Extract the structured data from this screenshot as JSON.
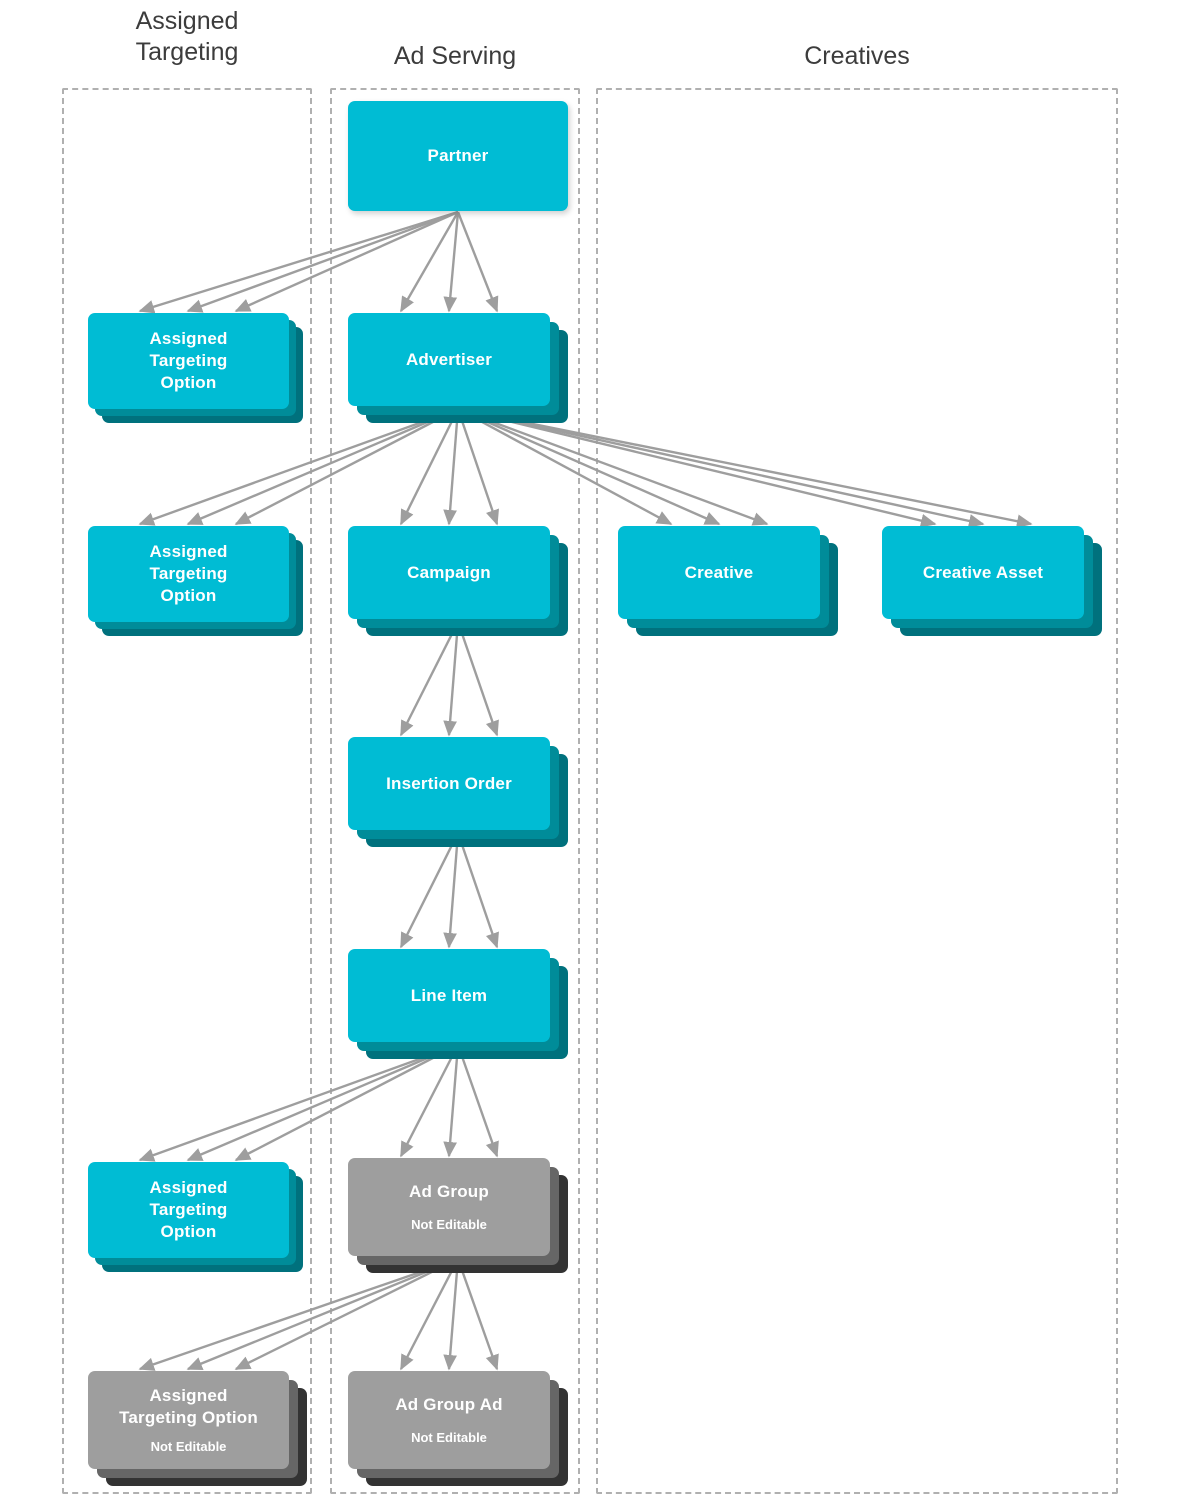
{
  "diagram": {
    "title_columns": [
      {
        "id": "assigned-targeting",
        "label": "Assigned\nTargeting",
        "label_line1": "Assigned",
        "label_line2": "Targeting"
      },
      {
        "id": "ad-serving",
        "label": "Ad Serving"
      },
      {
        "id": "creatives",
        "label": "Creatives"
      }
    ],
    "not_editable_text": "Not Editable",
    "colors": {
      "card_front_cyan": "#00bcd4",
      "card_mid_teal": "#008c99",
      "card_back_teal": "#00717d",
      "card_front_gray": "#9e9e9e",
      "card_mid_gray": "#666666",
      "card_back_gray": "#333333",
      "arrow_gray": "#9e9e9e",
      "dashed_border": "#b0b0b0",
      "title_text": "#3c3c3c",
      "label_text": "#ffffff",
      "background": "#ffffff"
    },
    "nodes": [
      {
        "id": "partner",
        "label": "Partner",
        "column": "ad-serving",
        "editable": true,
        "stacked": false
      },
      {
        "id": "ato-partner",
        "label": "Assigned Targeting Option",
        "column": "assigned-targeting",
        "editable": true,
        "stacked": true,
        "lines": [
          "Assigned",
          "Targeting",
          "Option"
        ]
      },
      {
        "id": "advertiser",
        "label": "Advertiser",
        "column": "ad-serving",
        "editable": true,
        "stacked": true
      },
      {
        "id": "ato-advertiser",
        "label": "Assigned Targeting Option",
        "column": "assigned-targeting",
        "editable": true,
        "stacked": true,
        "lines": [
          "Assigned",
          "Targeting",
          "Option"
        ]
      },
      {
        "id": "campaign",
        "label": "Campaign",
        "column": "ad-serving",
        "editable": true,
        "stacked": true
      },
      {
        "id": "creative",
        "label": "Creative",
        "column": "creatives",
        "editable": true,
        "stacked": true
      },
      {
        "id": "creative-asset",
        "label": "Creative Asset",
        "column": "creatives",
        "editable": true,
        "stacked": true
      },
      {
        "id": "insertion-order",
        "label": "Insertion Order",
        "column": "ad-serving",
        "editable": true,
        "stacked": true
      },
      {
        "id": "line-item",
        "label": "Line Item",
        "column": "ad-serving",
        "editable": true,
        "stacked": true
      },
      {
        "id": "ato-line-item",
        "label": "Assigned Targeting Option",
        "column": "assigned-targeting",
        "editable": true,
        "stacked": true,
        "lines": [
          "Assigned",
          "Targeting",
          "Option"
        ]
      },
      {
        "id": "ad-group",
        "label": "Ad Group",
        "column": "ad-serving",
        "editable": false,
        "stacked": true,
        "sublabel": "Not Editable"
      },
      {
        "id": "ato-ad-group",
        "label": "Assigned Targeting Option",
        "column": "assigned-targeting",
        "editable": false,
        "stacked": true,
        "lines": [
          "Assigned",
          "Targeting Option"
        ],
        "sublabel": "Not Editable"
      },
      {
        "id": "ad-group-ad",
        "label": "Ad Group Ad",
        "column": "ad-serving",
        "editable": false,
        "stacked": true,
        "sublabel": "Not Editable"
      }
    ],
    "edges": [
      {
        "from": "partner",
        "to": "ato-partner"
      },
      {
        "from": "partner",
        "to": "advertiser"
      },
      {
        "from": "advertiser",
        "to": "ato-advertiser"
      },
      {
        "from": "advertiser",
        "to": "campaign"
      },
      {
        "from": "advertiser",
        "to": "creative"
      },
      {
        "from": "advertiser",
        "to": "creative-asset"
      },
      {
        "from": "campaign",
        "to": "insertion-order"
      },
      {
        "from": "insertion-order",
        "to": "line-item"
      },
      {
        "from": "line-item",
        "to": "ato-line-item"
      },
      {
        "from": "line-item",
        "to": "ad-group"
      },
      {
        "from": "ad-group",
        "to": "ato-ad-group"
      },
      {
        "from": "ad-group",
        "to": "ad-group-ad"
      }
    ]
  },
  "labels": {
    "partner": "Partner",
    "advertiser": "Advertiser",
    "campaign": "Campaign",
    "insertion_order": "Insertion Order",
    "line_item": "Line Item",
    "creative": "Creative",
    "creative_asset": "Creative Asset",
    "ad_group": "Ad Group",
    "ad_group_ad": "Ad Group Ad",
    "assigned": "Assigned",
    "targeting": "Targeting",
    "option": "Option",
    "targeting_option": "Targeting Option",
    "not_editable": "Not Editable",
    "col_assigned_targeting_1": "Assigned",
    "col_assigned_targeting_2": "Targeting",
    "col_ad_serving": "Ad Serving",
    "col_creatives": "Creatives"
  }
}
